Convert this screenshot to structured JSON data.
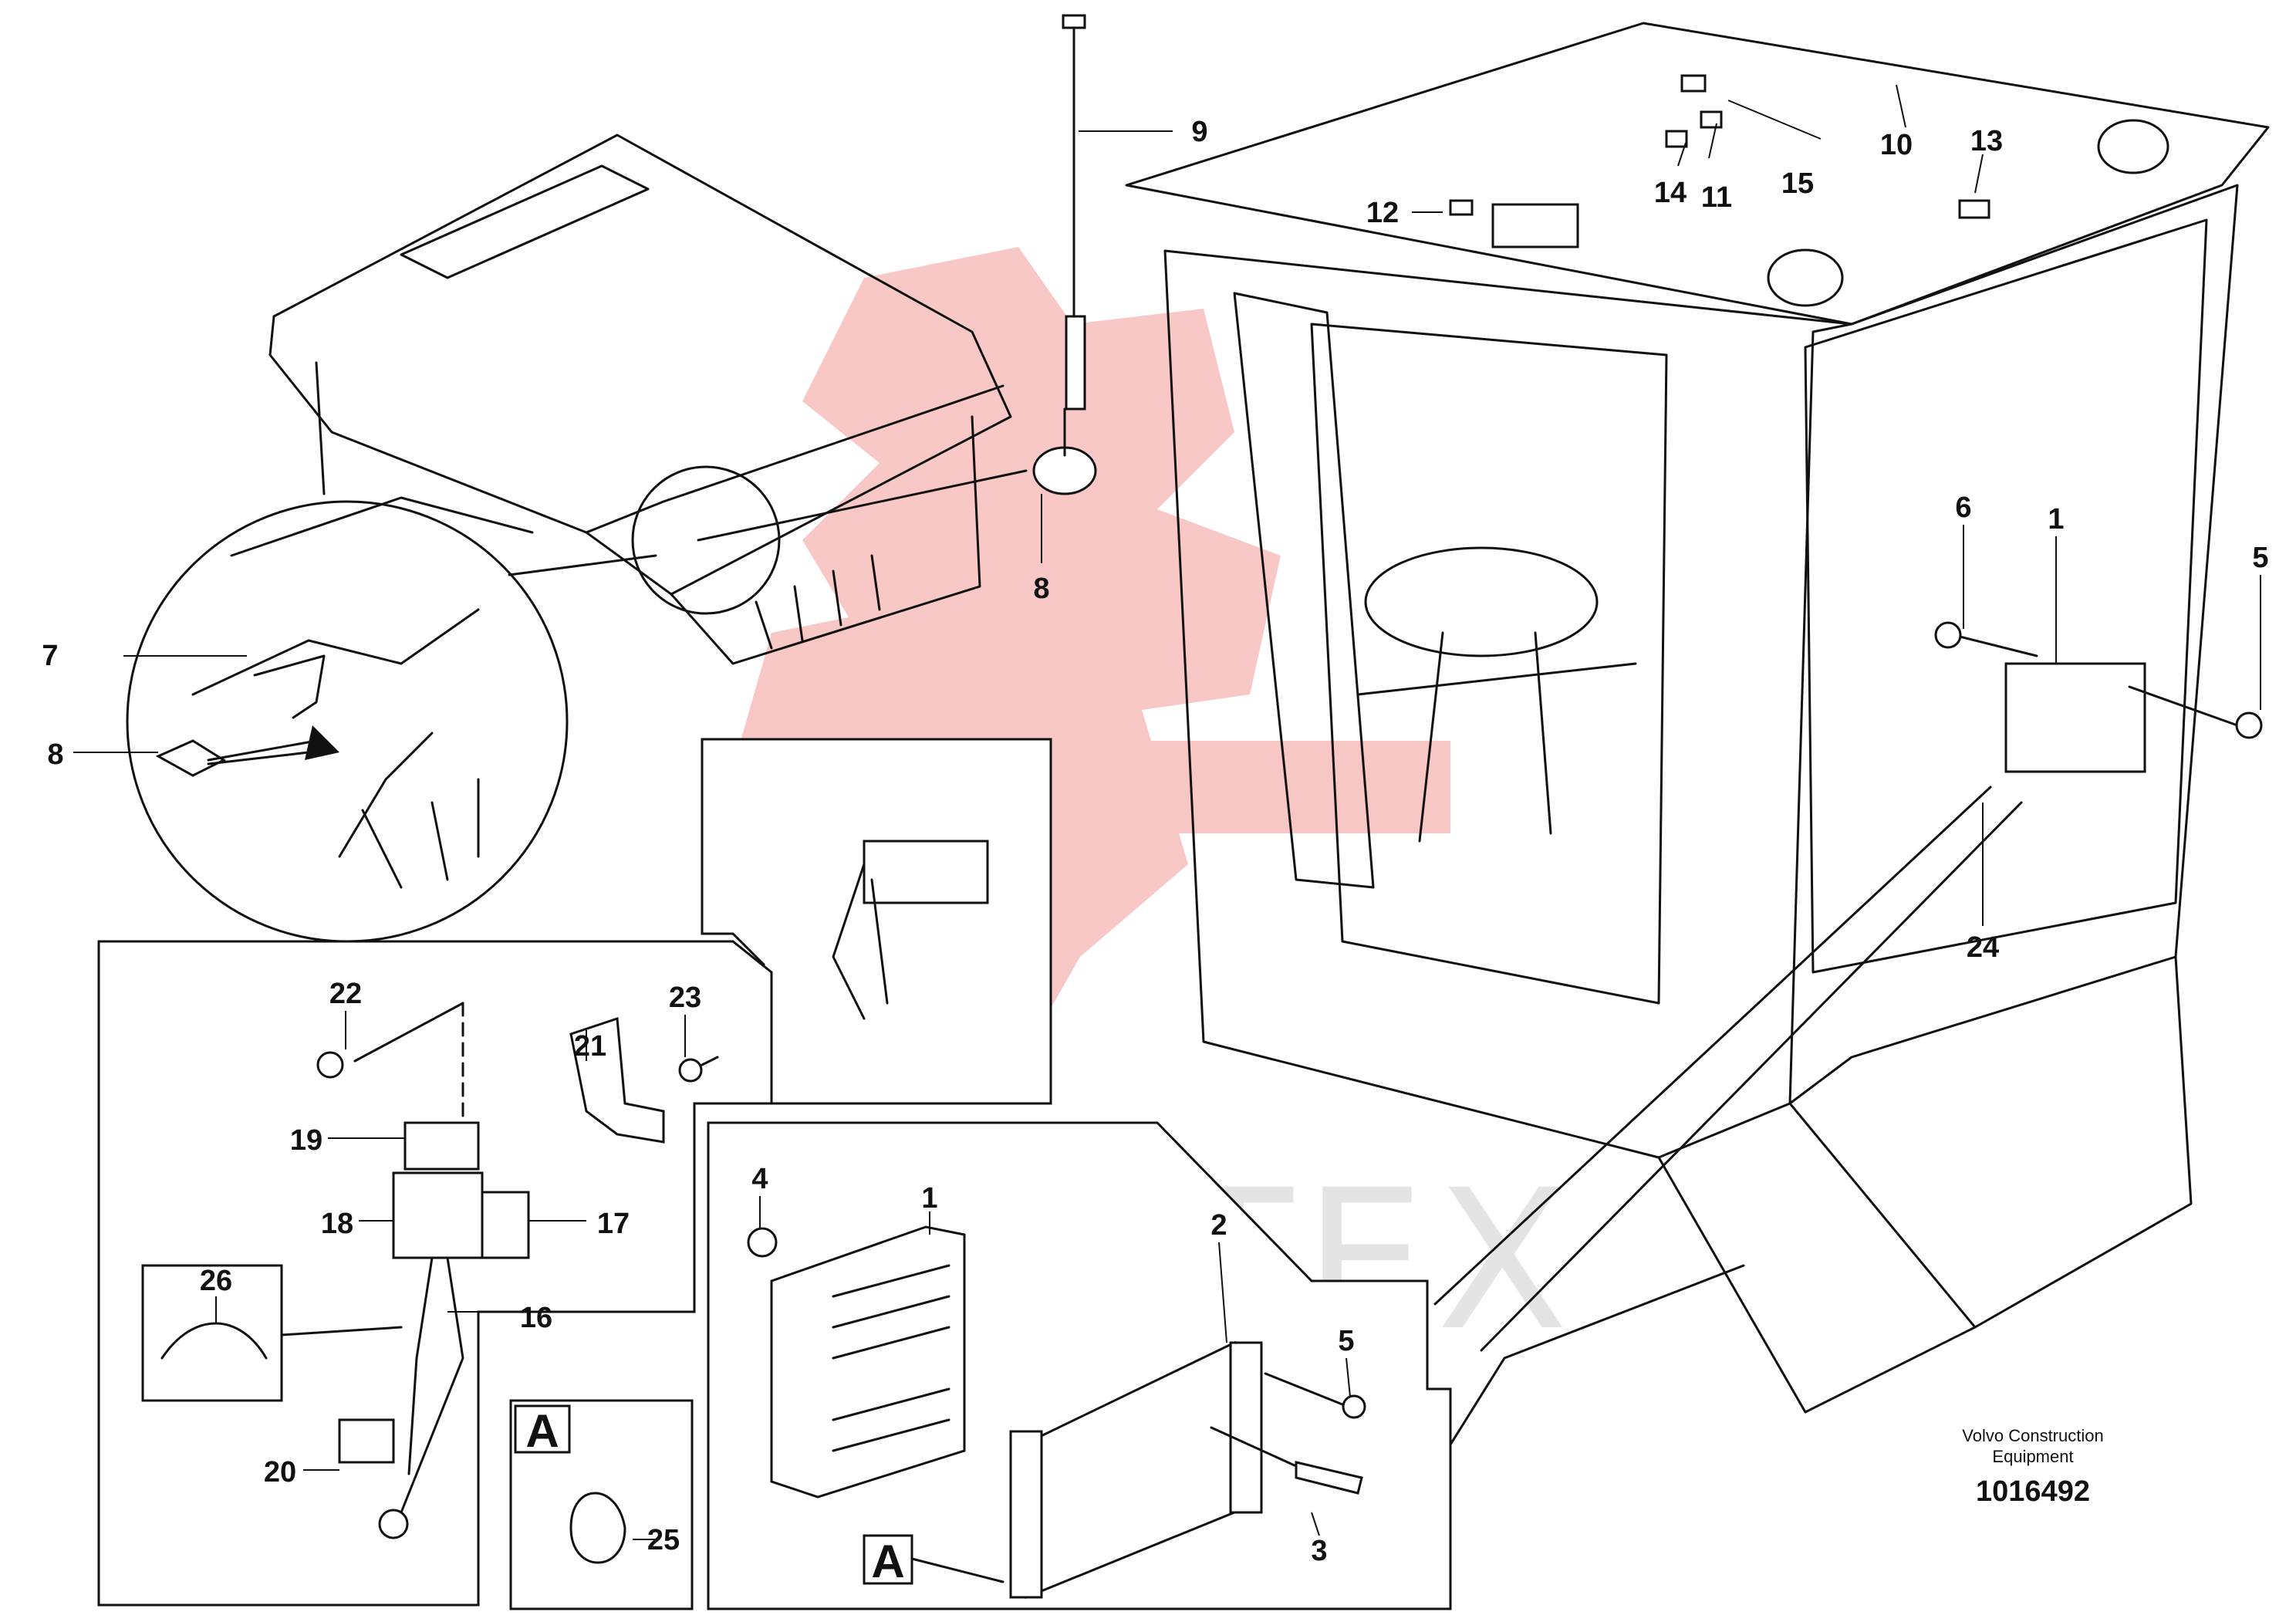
{
  "callouts": [
    "1",
    "2",
    "3",
    "4",
    "5",
    "6",
    "7",
    "8",
    "9",
    "10",
    "11",
    "12",
    "13",
    "14",
    "15",
    "16",
    "17",
    "18",
    "19",
    "20",
    "21",
    "22",
    "23",
    "24",
    "25",
    "26"
  ],
  "detail_labels": {
    "detail_a": "A"
  },
  "watermark": {
    "text": "ИНТЕХ",
    "color": "#e53935"
  },
  "publisher": {
    "line1": "Volvo Construction",
    "line2": "Equipment"
  },
  "document_number": "1016492"
}
